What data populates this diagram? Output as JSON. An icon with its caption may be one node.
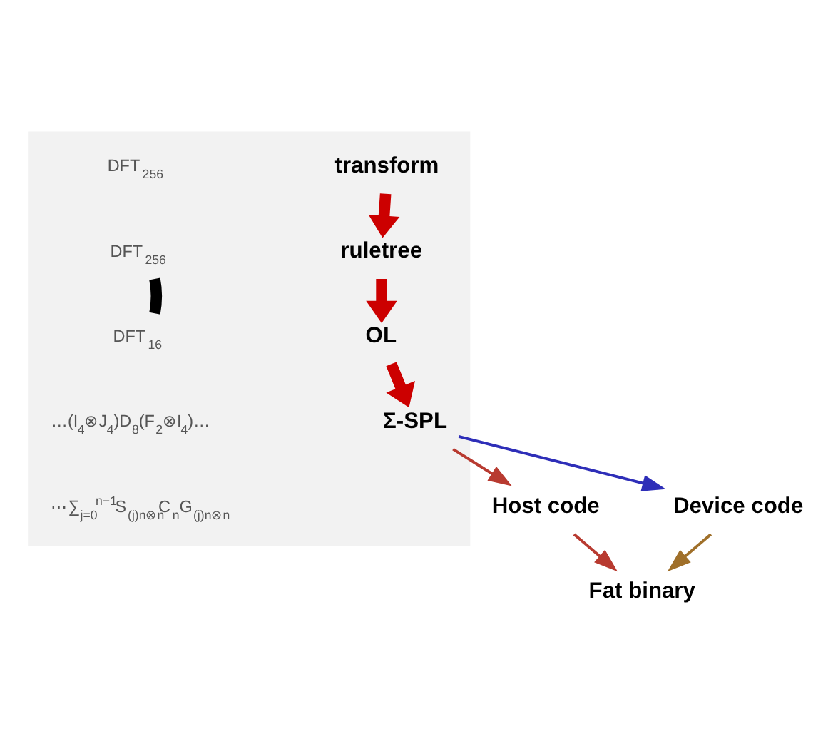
{
  "diagram": {
    "nodes": [
      {
        "text": [],
        "shape": "box"
      },
      {
        "text": [
          "DFT$_{256}$"
        ],
        "in": 0
      },
      {
        "text": [
          "DFT$_{16}$"
        ],
        "in": 0
      },
      {
        "text": [
          "transform"
        ],
        "in": 0
      },
      {
        "text": [
          "ruletree"
        ],
        "in": 0
      },
      {
        "text": [
          "OL"
        ],
        "in": 0
      },
      {
        "text": [
          "Σ-SPL"
        ],
        "in": 0
      },
      {
        "text": [
          "Host code"
        ]
      },
      {
        "text": [
          "Device code"
        ]
      },
      {
        "text": [
          "Fat binary"
        ]
      }
    ],
    "edges": [
      {
        "from": 1,
        "to": 2,
        "arrow": "none",
        "style": "thick",
        "color": "#000000"
      },
      {
        "from": 3,
        "to": 4,
        "arrow": "to",
        "style": "thick",
        "color": "#cc0000"
      },
      {
        "from": 4,
        "to": 5,
        "arrow": "to",
        "style": "thick",
        "color": "#cc0000"
      },
      {
        "from": 5,
        "to": 6,
        "arrow": "to",
        "style": "thick",
        "color": "#cc0000"
      },
      {
        "from": 6,
        "to": 7,
        "arrow": "to",
        "color": "#b83a30"
      },
      {
        "from": 6,
        "to": 8,
        "arrow": "to",
        "color": "#2e2eb8"
      },
      {
        "from": 7,
        "to": 9,
        "arrow": "to",
        "color": "#b83a30"
      },
      {
        "from": 8,
        "to": 9,
        "arrow": "to",
        "color": "#a0702a"
      }
    ],
    "labels": [
      "DFT$_{256}$",
      "…(I$_{4}$⊗J$_{4}$)D$_{8}$(F$_{2}$⊗I$_{4}$)…",
      "⋯∑$_{j=0}$$^{n−1}$S$_{(j)n⊗n}$C$_{n}$G$_{(j)n⊗n}$"
    ]
  }
}
